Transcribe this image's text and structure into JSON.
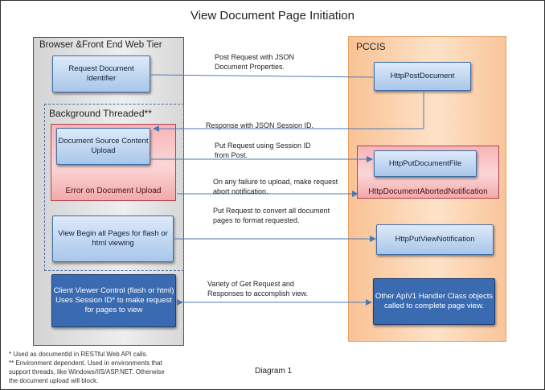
{
  "title": "View Document Page Initiation",
  "tiers": {
    "browser": "Browser &Front End Web Tier",
    "pccis": "PCCIS",
    "background": "Background Threaded**"
  },
  "boxes": {
    "request_doc_id": "Request Document Identifier",
    "doc_source_upload": "Document Source Content Upload",
    "error_upload": "Error on Document Upload",
    "view_begin": "View Begin all Pages for flash or html viewing",
    "client_viewer": "Client Viewer Control (flash or html) Uses Session ID* to make request  for pages to view",
    "http_post_document": "HttpPostDocument",
    "http_put_document_file": "HttpPutDocumentFile",
    "http_document_aborted": "HttpDocumentAbortedNotification",
    "http_put_view_notification": "HttpPutViewNotification",
    "other_apiv1": "Other ApiV1 Handler  Class objects called to complete page view."
  },
  "notes": {
    "post_request": "Post  Request with JSON Document Properties.",
    "response": "Response  with JSON  Session ID.",
    "put_request_session": "Put Request using Session ID from Post.",
    "failure_notify": "On any failure to upload, make request abort notification.",
    "put_request_convert": "Put Request to convert all document pages to format requested.",
    "variety_get": "Variety of Get Request and Responses to accomplish view."
  },
  "footnotes": {
    "star1": "* Used as documentId in RESTful Web API calls.",
    "star2_l1": "** Environment dependent. Used in environments that",
    "star2_l2": "support threads, like Windows/IIS/ASP.NET. Otherwise",
    "star2_l3": "the document upload will block."
  },
  "caption": "Diagram 1",
  "colors": {
    "line": "#4a78b6",
    "pccis_fill": "#fbd3ae",
    "dark_box": "#3a6bb0",
    "error_fill": "#f7b5b7"
  }
}
